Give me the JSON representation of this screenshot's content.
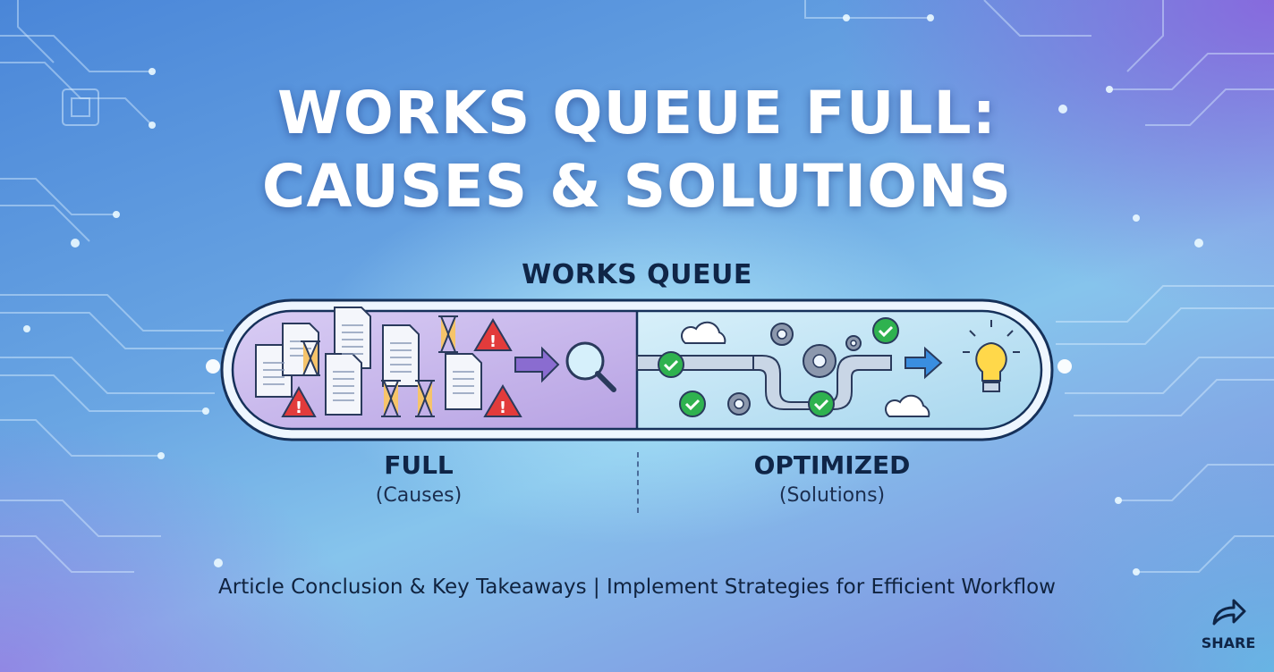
{
  "headline": {
    "line1": "WORKS QUEUE FULL:",
    "line2": "CAUSES & SOLUTIONS"
  },
  "queue": {
    "label": "WORKS QUEUE",
    "left": {
      "title": "FULL",
      "subtitle": "(Causes)"
    },
    "right": {
      "title": "OPTIMIZED",
      "subtitle": "(Solutions)"
    }
  },
  "caption": "Article Conclusion & Key Takeaways | Implement Strategies for Efficient Workflow",
  "share": {
    "label": "SHARE",
    "icon": "share-arrow-icon"
  },
  "icons": [
    "document-stack-icon",
    "hourglass-icon",
    "warning-icon",
    "arrow-right-icon",
    "magnifier-icon",
    "cloud-icon",
    "pipe-icon",
    "gear-icon",
    "checkmark-icon",
    "lightbulb-icon"
  ],
  "colors": {
    "text_dark": "#0f2547",
    "full_panel": "#c4b3ea",
    "optimized_panel": "#bfe3f4",
    "warning_red": "#e23b3b",
    "check_green": "#2fb24f",
    "hourglass_orange": "#f0a23a",
    "bulb_yellow": "#ffd84a"
  }
}
